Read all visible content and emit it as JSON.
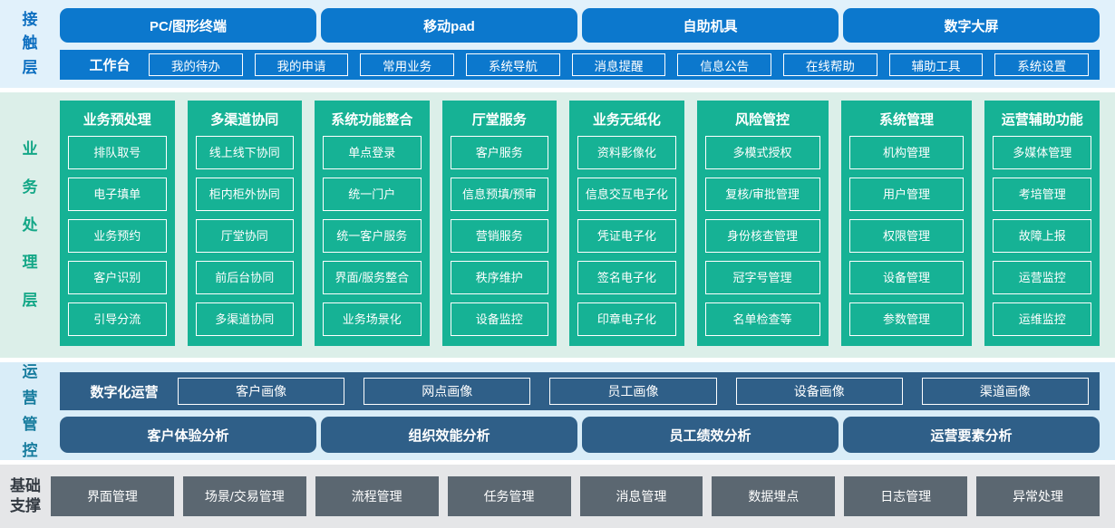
{
  "colors": {
    "blue": "#0c78cd",
    "blue-text": "#0d6fc0",
    "green": "#16b295",
    "green-text": "#14a787",
    "slate": "#2f5f88",
    "slate-text": "#177c9e",
    "gray": "#5b6771",
    "dark-text": "#333a42",
    "bg-contact": "#e1f1fb",
    "bg-business": "#dcefe9",
    "bg-ops": "#d9edf8",
    "bg-foundation": "#e5e6e8"
  },
  "contact_layer": {
    "label": "接触层",
    "terminals": [
      "PC/图形终端",
      "移动pad",
      "自助机具",
      "数字大屏"
    ],
    "workbench": {
      "label": "工作台",
      "items": [
        "我的待办",
        "我的申请",
        "常用业务",
        "系统导航",
        "消息提醒",
        "信息公告",
        "在线帮助",
        "辅助工具",
        "系统设置"
      ]
    }
  },
  "business_layer": {
    "label": "业务处理层",
    "columns": [
      {
        "title": "业务预处理",
        "items": [
          "排队取号",
          "电子填单",
          "业务预约",
          "客户识别",
          "引导分流"
        ]
      },
      {
        "title": "多渠道协同",
        "items": [
          "线上线下协同",
          "柜内柜外协同",
          "厅堂协同",
          "前后台协同",
          "多渠道协同"
        ]
      },
      {
        "title": "系统功能整合",
        "items": [
          "单点登录",
          "统一门户",
          "统一客户服务",
          "界面/服务整合",
          "业务场景化"
        ]
      },
      {
        "title": "厅堂服务",
        "items": [
          "客户服务",
          "信息预填/预审",
          "营销服务",
          "秩序维护",
          "设备监控"
        ]
      },
      {
        "title": "业务无纸化",
        "items": [
          "资料影像化",
          "信息交互电子化",
          "凭证电子化",
          "签名电子化",
          "印章电子化"
        ]
      },
      {
        "title": "风险管控",
        "items": [
          "多模式授权",
          "复核/审批管理",
          "身份核查管理",
          "冠字号管理",
          "名单检查等"
        ]
      },
      {
        "title": "系统管理",
        "items": [
          "机构管理",
          "用户管理",
          "权限管理",
          "设备管理",
          "参数管理"
        ]
      },
      {
        "title": "运营辅助功能",
        "items": [
          "多媒体管理",
          "考培管理",
          "故障上报",
          "运营监控",
          "运维监控"
        ]
      }
    ]
  },
  "operation_layer": {
    "label": "运营管控",
    "digital_ops": {
      "label": "数字化运营",
      "items": [
        "客户画像",
        "网点画像",
        "员工画像",
        "设备画像",
        "渠道画像"
      ]
    },
    "analysis": [
      "客户体验分析",
      "组织效能分析",
      "员工绩效分析",
      "运营要素分析"
    ]
  },
  "foundation_layer": {
    "label": "基础支撑",
    "items": [
      "界面管理",
      "场景/交易管理",
      "流程管理",
      "任务管理",
      "消息管理",
      "数据埋点",
      "日志管理",
      "异常处理"
    ]
  }
}
